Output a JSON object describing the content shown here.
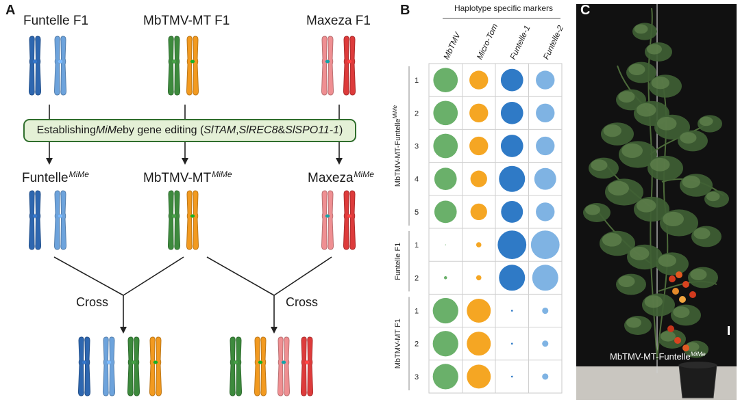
{
  "panels": {
    "a": "A",
    "b": "B",
    "c": "C"
  },
  "panelA": {
    "top_labels": [
      "Funtelle F1",
      "MbTMV-MT F1",
      "Maxeza F1"
    ],
    "banner": {
      "prefix": "Establishing ",
      "mime": "MiMe",
      "middle": " by gene editing (",
      "gene1": "SlTAM",
      "sep1": ", ",
      "gene2": "SlREC8",
      "sep2": " & ",
      "gene3": "SlSPO11-1",
      "suffix": ")"
    },
    "mime_labels": [
      {
        "base": "Funtelle",
        "sup": "MiMe"
      },
      {
        "base": "MbTMV-MT",
        "sup": "MiMe"
      },
      {
        "base": "Maxeza",
        "sup": "MiMe"
      }
    ],
    "cross_label": "Cross",
    "colors": {
      "dark_blue": "#2e67b0",
      "light_blue": "#6da3dc",
      "green": "#3d8a3d",
      "orange": "#f29a20",
      "pink": "#ef8f92",
      "red": "#dd3b3b"
    }
  },
  "panelB": {
    "header": "Haplotype specific markers",
    "columns": [
      "MbTMV",
      "Micro-Tom",
      "Funtelle-1",
      "Funtelle-2"
    ],
    "column_colors": [
      "#6ab06a",
      "#f5a623",
      "#2f7ac6",
      "#7fb3e3"
    ],
    "groups": [
      {
        "name": "MbTMV-MT-Funtelle",
        "sup": "MiMe",
        "rows": [
          {
            "label": "1",
            "sizes": [
              0.94,
              0.72,
              0.86,
              0.72
            ]
          },
          {
            "label": "2",
            "sizes": [
              0.94,
              0.72,
              0.86,
              0.72
            ]
          },
          {
            "label": "3",
            "sizes": [
              0.94,
              0.72,
              0.86,
              0.72
            ]
          },
          {
            "label": "4",
            "sizes": [
              0.86,
              0.64,
              1.0,
              0.84
            ]
          },
          {
            "label": "5",
            "sizes": [
              0.86,
              0.64,
              0.84,
              0.72
            ]
          }
        ]
      },
      {
        "name": "Funtelle F1",
        "sup": "",
        "rows": [
          {
            "label": "1",
            "sizes": [
              0.03,
              0.2,
              1.1,
              1.1
            ]
          },
          {
            "label": "2",
            "sizes": [
              0.12,
              0.2,
              1.0,
              1.0
            ]
          }
        ]
      },
      {
        "name": "MbTMV-MT F1",
        "sup": "",
        "rows": [
          {
            "label": "1",
            "sizes": [
              0.98,
              0.92,
              0.07,
              0.24
            ]
          },
          {
            "label": "2",
            "sizes": [
              0.98,
              0.92,
              0.07,
              0.24
            ]
          },
          {
            "label": "3",
            "sizes": [
              0.98,
              0.92,
              0.07,
              0.24
            ]
          }
        ]
      }
    ]
  },
  "panelC": {
    "caption": {
      "base": "MbTMV-MT-Funtelle",
      "sup": "MiMe"
    }
  }
}
